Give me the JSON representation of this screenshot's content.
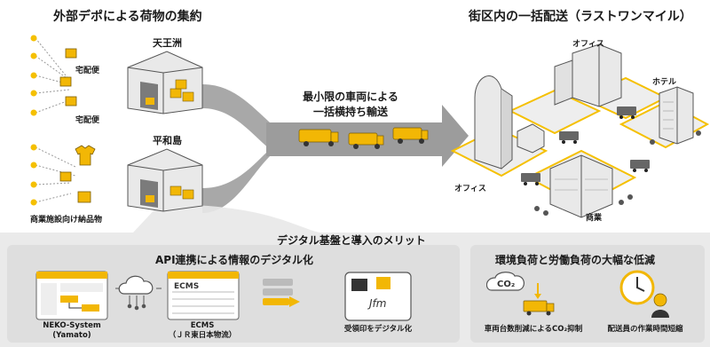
{
  "colors": {
    "accent": "#f5c000",
    "truck_body": "#f2b705",
    "panel_bg": "#e6e6e6",
    "flow_gray": "#9c9c9c",
    "building": "#e9e9e9",
    "outline": "#555555"
  },
  "left": {
    "title": "外部デポによる荷物の集約",
    "depot_top": "天王洲",
    "depot_bottom": "平和島",
    "parcel_labels": [
      "宅配便",
      "宅配便"
    ],
    "commercial_label": "商業施設向け納品物",
    "icons": [
      "parcel-box-icon",
      "clothing-icon"
    ]
  },
  "center": {
    "transport_line1": "最小限の車両による",
    "transport_line2": "一括横持ち輸送"
  },
  "right": {
    "title": "街区内の一括配送（ラストワンマイル）",
    "buildings": [
      "オフィス",
      "ホテル",
      "オフィス",
      "商業"
    ]
  },
  "digital": {
    "header": "デジタル基盤と導入のメリット",
    "subtitle": "API連携による情報のデジタル化",
    "neko_line1": "NEKO-System",
    "neko_line2": "(Yamato)",
    "ecms_title": "ECMS",
    "ecms_line1": "ECMS",
    "ecms_line2": "（ＪＲ東日本物流）",
    "receipt_label": "受領印をデジタル化",
    "signature_text": "Jfm"
  },
  "env": {
    "title": "環境負荷と労働負荷の大幅な低減",
    "co2_text": "CO₂",
    "co2_label": "車両台数削減によるCO₂抑制",
    "time_label": "配送員の作業時間短縮"
  }
}
